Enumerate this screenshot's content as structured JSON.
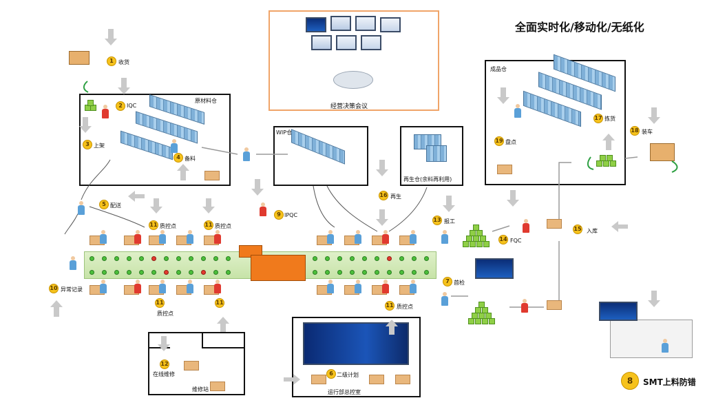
{
  "title": "全面实时化/移动化/无纸化",
  "boxes": {
    "raw_warehouse": "原材料仓",
    "wip_warehouse": "WIP仓",
    "regen_warehouse": "再生仓(余料再利用)",
    "finished_warehouse": "成品仓",
    "decision_meeting": "经营决策会议",
    "repair_station": "维修站",
    "control_room": "运行部总控室"
  },
  "steps": [
    {
      "num": "1",
      "label": "收货"
    },
    {
      "num": "2",
      "label": "IQC"
    },
    {
      "num": "3",
      "label": "上架"
    },
    {
      "num": "4",
      "label": "备料"
    },
    {
      "num": "5",
      "label": "配送"
    },
    {
      "num": "6",
      "label": "二级计划"
    },
    {
      "num": "7",
      "label": "首检"
    },
    {
      "num": "8",
      "label": "SMT上料防错"
    },
    {
      "num": "9",
      "label": "IPQC"
    },
    {
      "num": "10",
      "label": "异常记录"
    },
    {
      "num": "11",
      "label": "质控点"
    },
    {
      "num": "12",
      "label": "在线维修"
    },
    {
      "num": "13",
      "label": "报工"
    },
    {
      "num": "14",
      "label": "FQC"
    },
    {
      "num": "15",
      "label": "入库"
    },
    {
      "num": "16",
      "label": "再生"
    },
    {
      "num": "17",
      "label": "拣货"
    },
    {
      "num": "18",
      "label": "装车"
    },
    {
      "num": "19",
      "label": "盘点"
    }
  ]
}
